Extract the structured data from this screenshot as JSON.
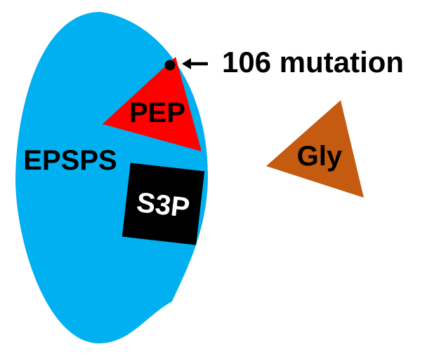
{
  "diagram": {
    "enzyme_label": "EPSPS",
    "pep_label": "PEP",
    "s3p_label": "S3P",
    "gly_label": "Gly",
    "mutation_annotation": "106 mutation"
  },
  "colors": {
    "enzyme_blue": "#00B0F0",
    "pep_red": "#FF0000",
    "gly_brown": "#C55A11",
    "s3p_black": "#000000",
    "s3p_text_white": "#FFFFFF",
    "annotation_black": "#000000"
  }
}
